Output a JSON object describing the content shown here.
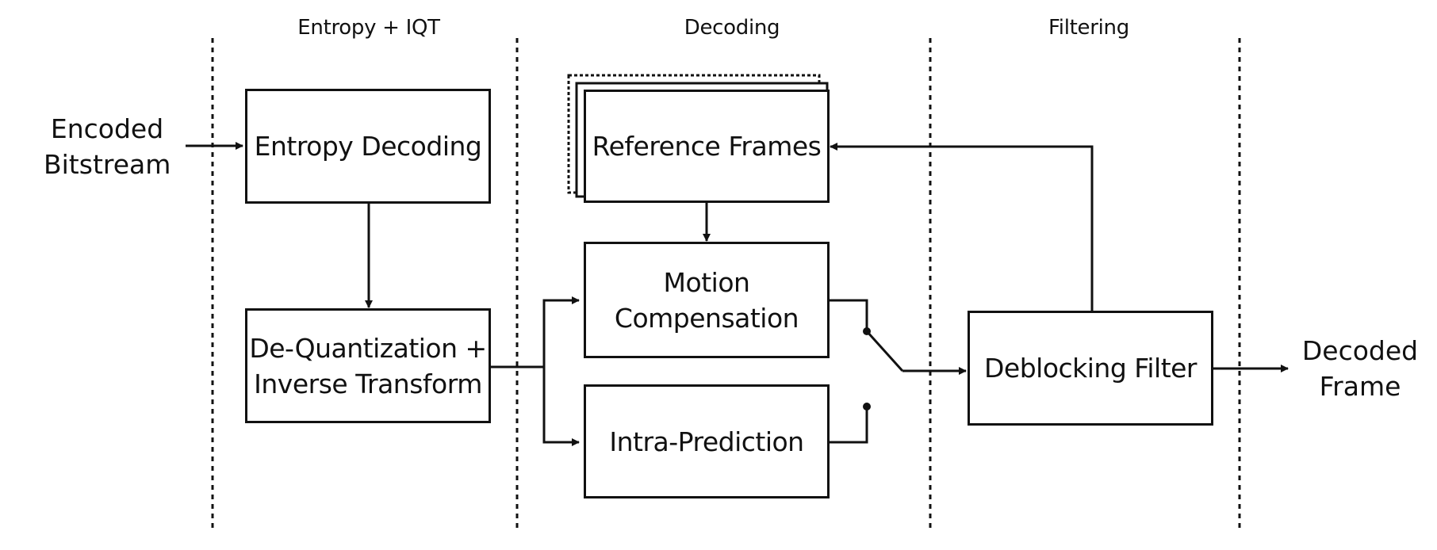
{
  "stages": {
    "entropy_iqt": "Entropy + IQT",
    "decoding": "Decoding",
    "filtering": "Filtering"
  },
  "inputs": {
    "encoded_bitstream": "Encoded\nBitstream"
  },
  "outputs": {
    "decoded_frame": "Decoded\nFrame"
  },
  "blocks": {
    "entropy_decoding": "Entropy Decoding",
    "dequantization": "De-Quantization +\nInverse Transform",
    "reference_frames": "Reference Frames",
    "motion_compensation": "Motion\nCompensation",
    "intra_prediction": "Intra-Prediction",
    "deblocking_filter": "Deblocking Filter"
  }
}
